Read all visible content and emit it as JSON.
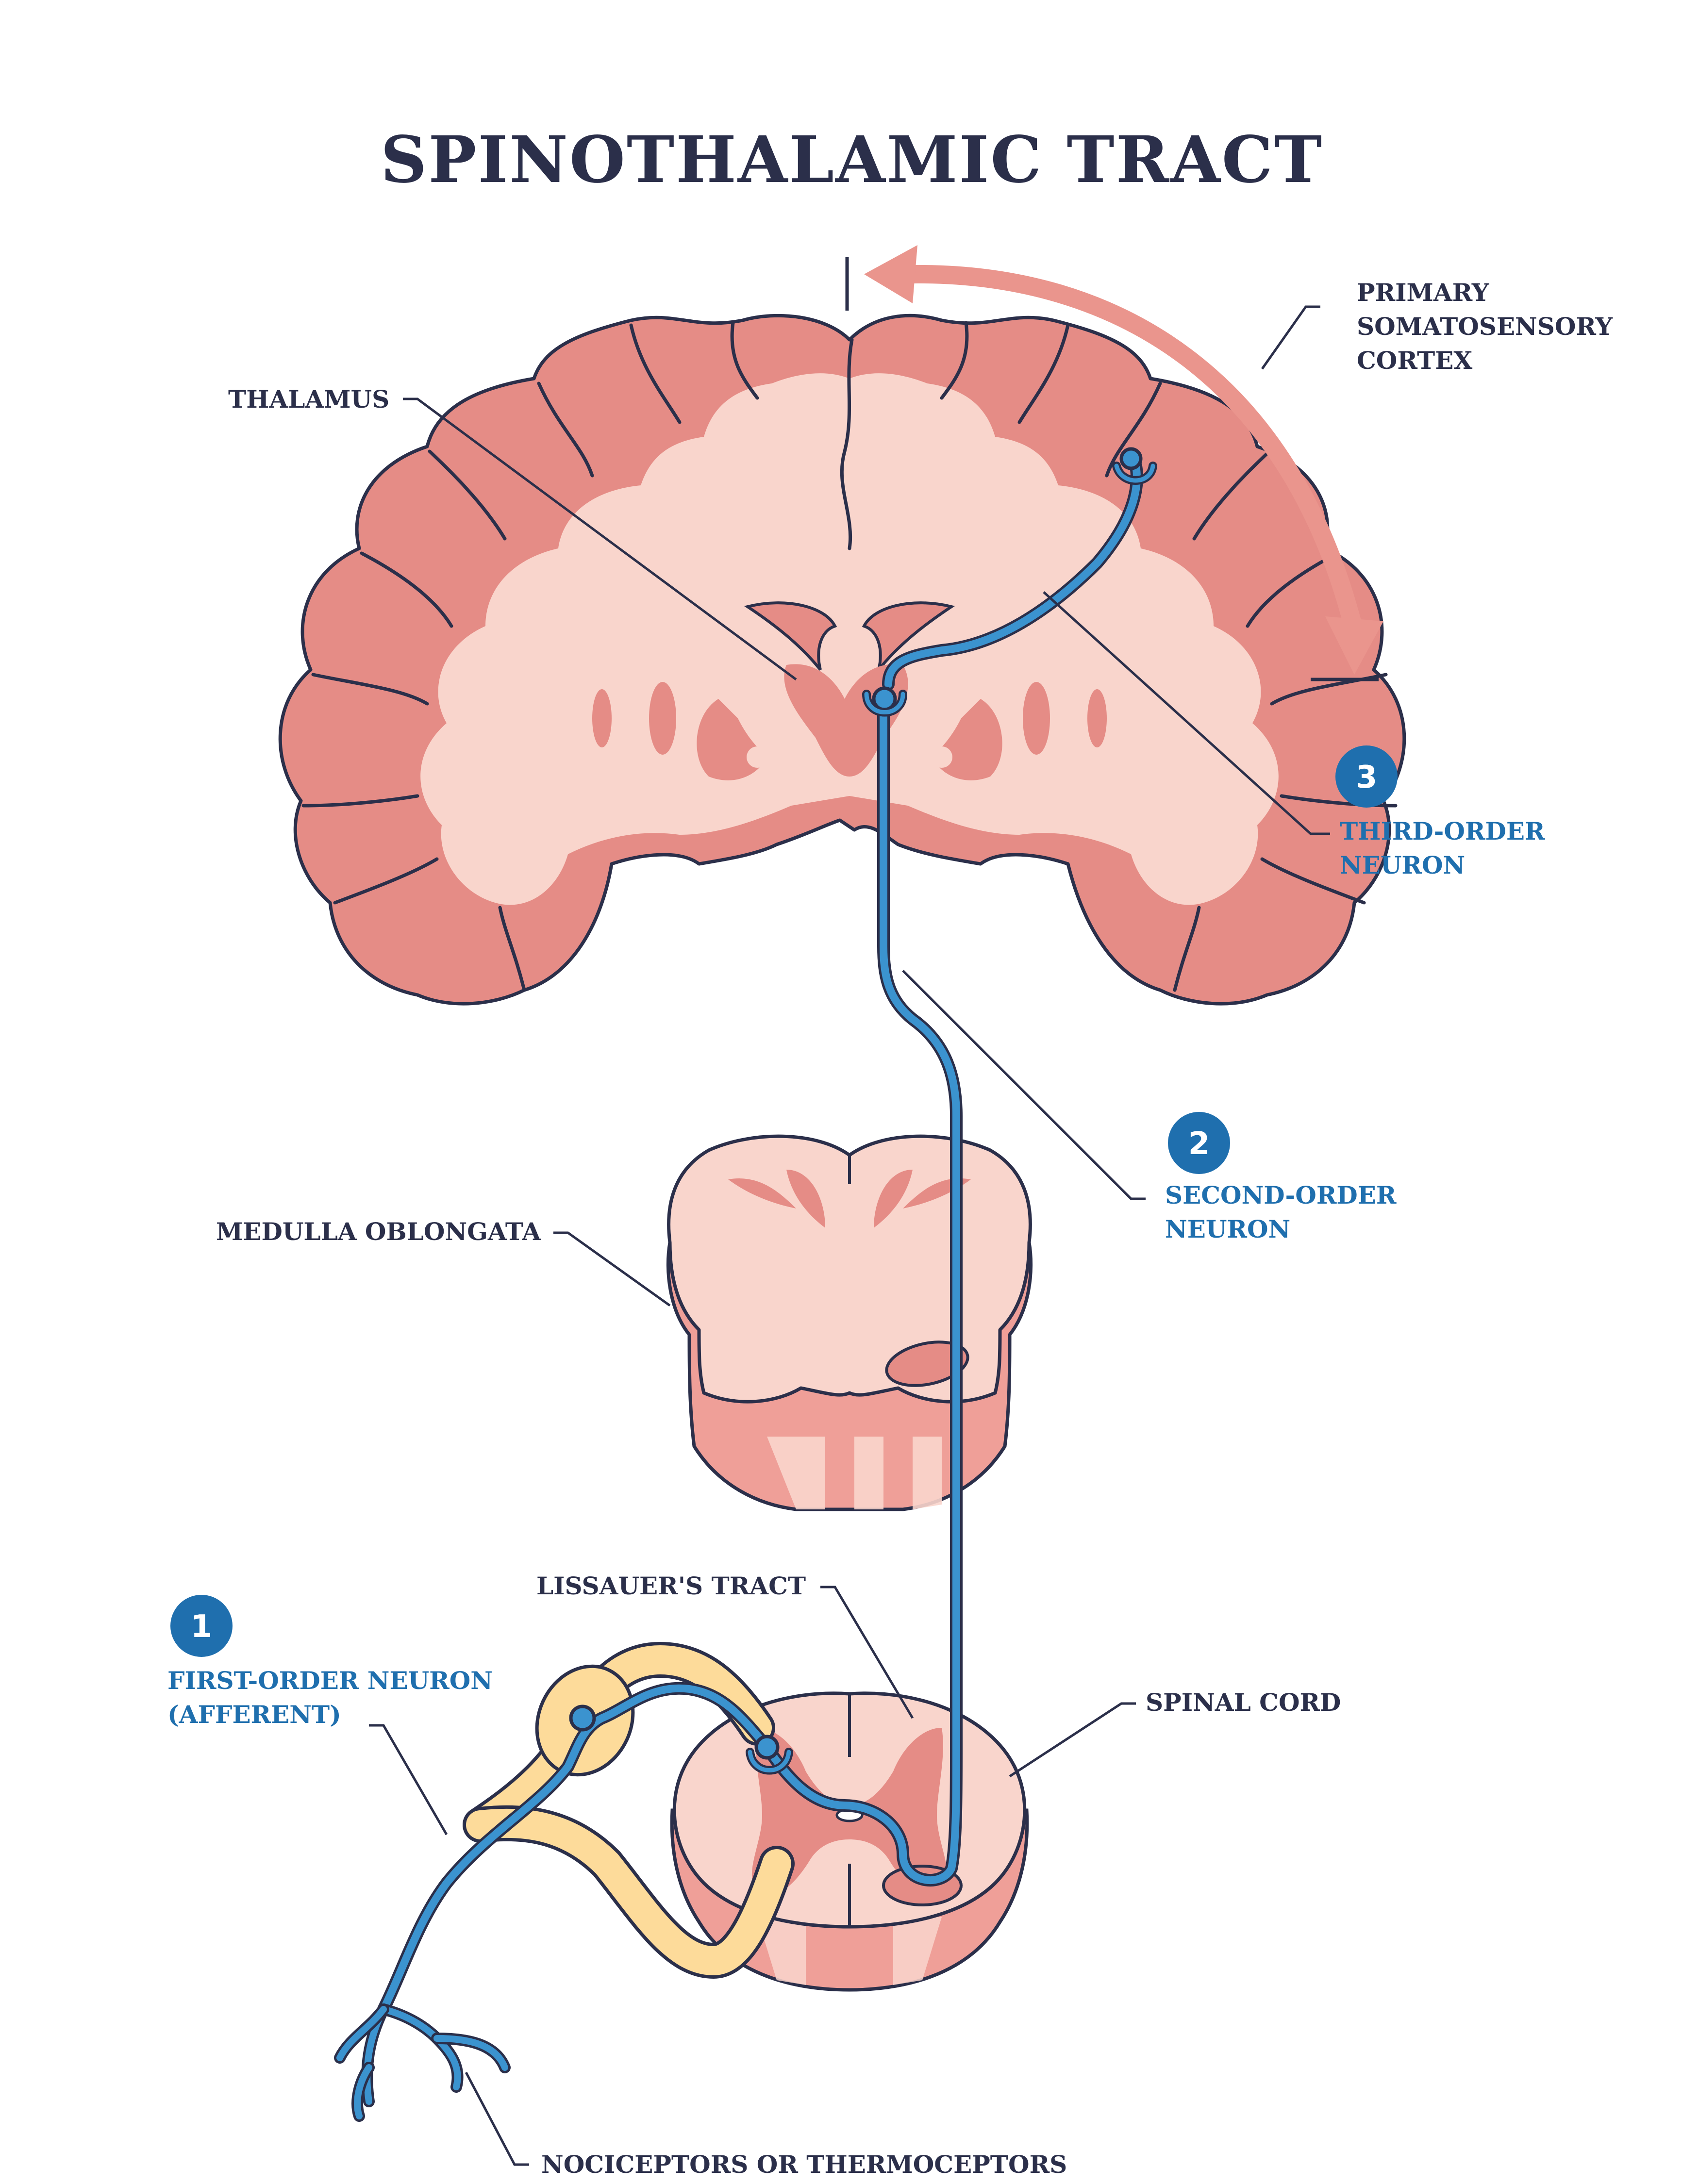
{
  "title": "SPINOTHALAMIC TRACT",
  "labels": {
    "thalamus": "THALAMUS",
    "cortex": [
      "PRIMARY",
      "SOMATOSENSORY",
      "CORTEX"
    ],
    "third_order": [
      "THIRD-ORDER",
      "NEURON"
    ],
    "second_order": [
      "SECOND-ORDER",
      "NEURON"
    ],
    "medulla": "MEDULLA OBLONGATA",
    "lissauer": "LISSAUER'S TRACT",
    "spinal_cord": "SPINAL CORD",
    "first_order": [
      "FIRST-ORDER NEURON",
      "(AFFERENT)"
    ],
    "receptors": "NOCICEPTORS OR THERMOCEPTORS"
  },
  "badges": {
    "one": "1",
    "two": "2",
    "three": "3"
  },
  "colors": {
    "outline": "#2b2f4a",
    "tissue_light": "#f9d5cc",
    "tissue_dark": "#e58c86",
    "neuron": "#3b93cf",
    "badge": "#1f6fae",
    "ganglion": "#fddb9a"
  }
}
